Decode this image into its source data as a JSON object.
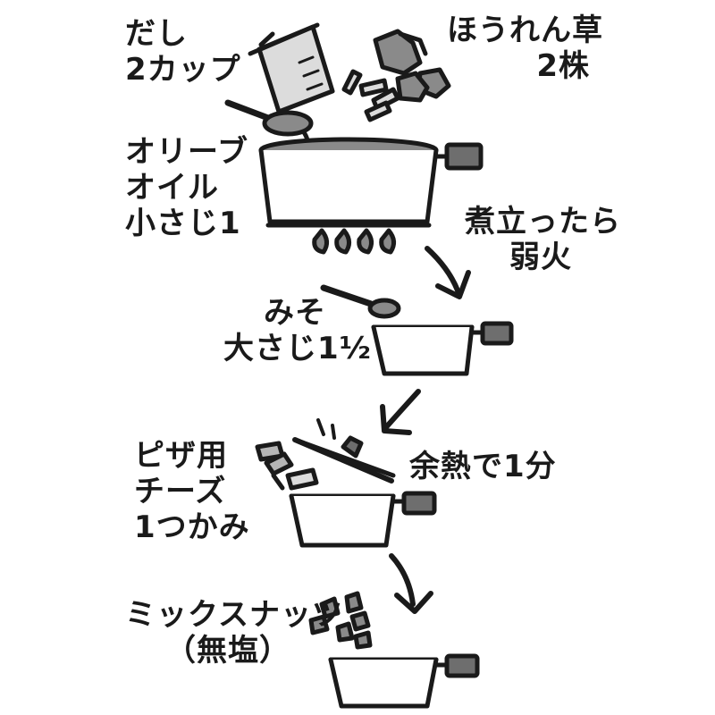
{
  "labels": {
    "dashi": "だし\n2カップ",
    "spinach": "ほうれん草\n2株",
    "olive_oil": "オリーブ\nオイル\n小さじ1",
    "boil": "煮立ったら\n弱火",
    "miso": "みそ\n大さじ1½",
    "cheese": "ピザ用\nチーズ\n1つかみ",
    "residual_heat": "余熱で1分",
    "nuts": "ミックスナッツ\n（無塩）"
  },
  "colors": {
    "ink": "#1a1a1a",
    "fill_dark": "#8a8a8a",
    "fill_mid": "#b5b5b5",
    "fill_light": "#dcdcdc",
    "handle": "#6e6e6e"
  },
  "icons": [
    "measuring-cup-icon",
    "spinach-icon",
    "ladle-icon",
    "pot-icon",
    "gas-flame-icon",
    "arrow-down-icon",
    "spoon-icon",
    "lid-icon",
    "cheese-icon",
    "nuts-icon"
  ]
}
